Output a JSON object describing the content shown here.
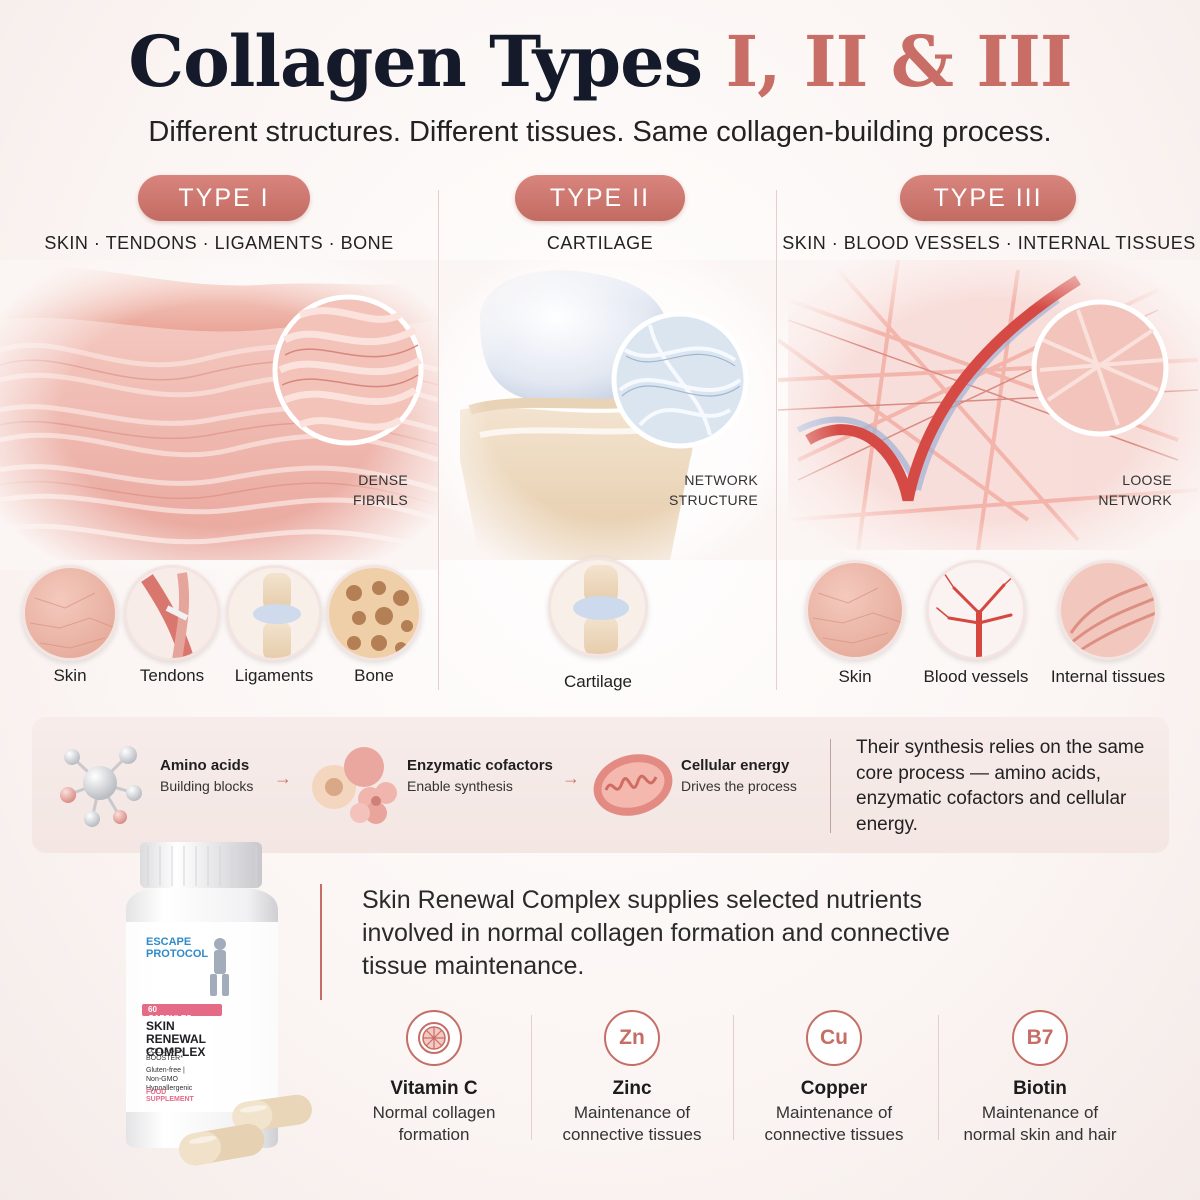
{
  "header": {
    "title_main": "Collagen Types",
    "title_accent": "I, II & III",
    "subtitle": "Different structures. Different tissues. Same collagen-building process."
  },
  "types": [
    {
      "label": "TYPE I",
      "tissues": "SKIN · TENDONS · LIGAMENTS · BONE",
      "zoom_label_1": "DENSE",
      "zoom_label_2": "FIBRILS",
      "thumbs": [
        "Skin",
        "Tendons",
        "Ligaments",
        "Bone"
      ]
    },
    {
      "label": "TYPE II",
      "tissues": "CARTILAGE",
      "zoom_label_1": "NETWORK",
      "zoom_label_2": "STRUCTURE",
      "thumbs": [
        "Cartilage"
      ]
    },
    {
      "label": "TYPE III",
      "tissues": "SKIN · BLOOD VESSELS · INTERNAL TISSUES",
      "zoom_label_1": "LOOSE",
      "zoom_label_2": "NETWORK",
      "thumbs": [
        "Skin",
        "Blood vessels",
        "Internal tissues"
      ]
    }
  ],
  "process": {
    "steps": [
      {
        "title": "Amino acids",
        "desc": "Building blocks"
      },
      {
        "title": "Enzymatic cofactors",
        "desc": "Enable synthesis"
      },
      {
        "title": "Cellular energy",
        "desc": "Drives the process"
      }
    ],
    "arrow": "→",
    "note": "Their synthesis relies on the same core process — amino acids, enzymatic cofactors and cellular energy."
  },
  "product": {
    "brand_1": "ESCAPE",
    "brand_2": "PROTOCOL",
    "capsules": "60 CAPSULES",
    "name_1": "SKIN RENEWAL",
    "name_2": "COMPLEX",
    "tagline": "COLLAGEN BOOSTER*",
    "claims_1": "Gluten-free | Non-GMO",
    "claims_2": "Hypoallergenic",
    "category": "FOOD SUPPLEMENT"
  },
  "info": "Skin Renewal Complex supplies selected nutrients involved in normal collagen formation and connective tissue maintenance.",
  "nutrients": [
    {
      "symbol": "",
      "icon": "citrus-slice-icon",
      "name": "Vitamin C",
      "desc_1": "Normal collagen",
      "desc_2": "formation"
    },
    {
      "symbol": "Zn",
      "name": "Zinc",
      "desc_1": "Maintenance of",
      "desc_2": "connective tissues"
    },
    {
      "symbol": "Cu",
      "name": "Copper",
      "desc_1": "Maintenance of",
      "desc_2": "connective tissues"
    },
    {
      "symbol": "B7",
      "name": "Biotin",
      "desc_1": "Maintenance of",
      "desc_2": "normal skin and hair"
    }
  ],
  "colors": {
    "accent": "#c66e66",
    "title": "#141a2a",
    "pill": "#c86e66"
  }
}
